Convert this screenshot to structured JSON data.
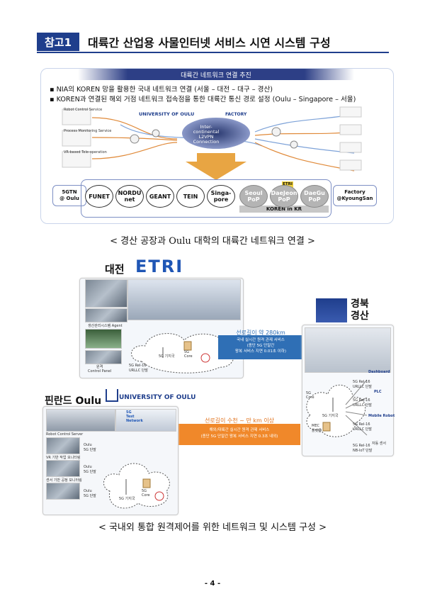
{
  "header": {
    "badge": "참고1",
    "title": "대륙간 산업용 사물인터넷 서비스 시연 시스템 구성"
  },
  "panel1": {
    "bar_title": "대륙간 네트워크 연결 추진",
    "bullets": [
      "NIA의 KOREN 망을 활용한 국내 네트워크 연결 (서울 – 대전 – 대구 – 경산)",
      "KOREN과 연결된 해외 거점 네트워크 접속점을 통한 대륙간 통신 경로 설정 (Oulu – Singapore – 서울)"
    ],
    "uni_label": "UNIVERSITY OF OULU",
    "factory_label": "FACTORY",
    "center_label": "Inter-\ncontinental\nL2VPN\nConnection",
    "left_labels": [
      "Robot Control Service",
      "Process Monitoring Service",
      "VR-based Tele-operation"
    ],
    "left_box": "5GTN\n@ Oulu",
    "right_box": "Factory\n@KyoungSan",
    "nodes": [
      "FUNET",
      "NORDU\nnet",
      "GEANT",
      "TEIN",
      "Singa-\npore",
      "Seoul\nPoP",
      "DaeJeon\nPoP",
      "DaeGu\nPoP"
    ],
    "etri_tag": "ETRI",
    "koren_label": "KOREN in KR"
  },
  "caption1": "< 경산 공장과 Oulu 대학의 대륙간 네트워크 연결 >",
  "panel2": {
    "daejeon_label": "대전",
    "etri_logo": "ETRI",
    "agent_label": "생산관리시스템 Agent",
    "control_label": "원격\nControl Panel",
    "gyeongsan_label": "경북\n경산",
    "oulu_label": "핀란드 Oulu",
    "oulu_logo": "UNIVERSITY OF OULU",
    "test_network": "5G\nTest\nNetwork",
    "link1_title": "선로길이 약 280km",
    "link1_lines": [
      "국내 실시간 원격 관제 서비스",
      "(종단 5G 단말간",
      "왕복 서비스 지연 0.01초 이하)"
    ],
    "link2_title": "선로길이 수천 ~ 만 km 이상",
    "link2_lines": [
      "해외/대륙간 실시간 원격 관제 서비스",
      "(종단 5G 단말간 왕복 서비스 지연 0.3초 내외)"
    ],
    "core_label": "5G\nCore",
    "bs_label": "5G 기지국",
    "mec_label": "MEC\n플랫폼",
    "oulu_items": [
      "Robot Control Server",
      "VR 기반 작업 모니터링",
      "센서 기반 공정 모니터링"
    ],
    "oulu_terminal": "Oulu\n5G 단말",
    "factory_items": [
      "Dashboard",
      "PLC",
      "Mobile Robot",
      "자동 센서"
    ],
    "factory_terminal": "5G Rel-16\nURLLC 단말",
    "factory_terminal2": "5G Rel-16\nNB-IoT 단말",
    "daejeon_terminal": "5G Rel-16\nURLLC 단말"
  },
  "caption2": "< 국내외 통합 원격제어를 위한 네트워크 및 시스템 구성 >",
  "page_number": "- 4 -",
  "colors": {
    "navy": "#1f3e8c",
    "orange": "#f0882a",
    "blue_band": "#2f6fb5"
  }
}
